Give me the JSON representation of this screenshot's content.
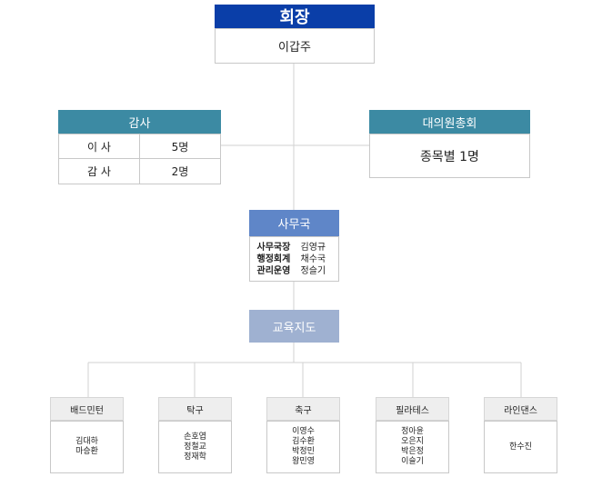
{
  "chairman": {
    "title": "회장",
    "name": "이갑주"
  },
  "audit": {
    "title": "감사",
    "rows": [
      {
        "role": "이 사",
        "count": "5명"
      },
      {
        "role": "감 사",
        "count": "2명"
      }
    ]
  },
  "delegates": {
    "title": "대의원총회",
    "value": "종목별 1명"
  },
  "secretariat": {
    "title": "사무국",
    "staff": [
      {
        "role": "사무국장",
        "name": "김영규"
      },
      {
        "role": "행정회계",
        "name": "채수국"
      },
      {
        "role": "관리운영",
        "name": "정슬기"
      }
    ]
  },
  "education": {
    "title": "교육지도"
  },
  "sports": [
    {
      "name": "배드민턴",
      "members": [
        "김대하",
        "마승환"
      ]
    },
    {
      "name": "탁구",
      "members": [
        "손호엽",
        "정철교",
        "정재학"
      ]
    },
    {
      "name": "축구",
      "members": [
        "이영수",
        "김수환",
        "박정민",
        "왕민영"
      ]
    },
    {
      "name": "필라테스",
      "members": [
        "정아윤",
        "오은지",
        "박은정",
        "이슬기"
      ]
    },
    {
      "name": "라인댄스",
      "members": [
        "한수진"
      ]
    }
  ],
  "colors": {
    "chairman_header": "#0a3ea8",
    "teal_header": "#3c8aa3",
    "secretariat_header": "#5f86c8",
    "education_header": "#9fb1d1",
    "sport_header": "#eeeeee",
    "line": "#d2d2d2"
  }
}
